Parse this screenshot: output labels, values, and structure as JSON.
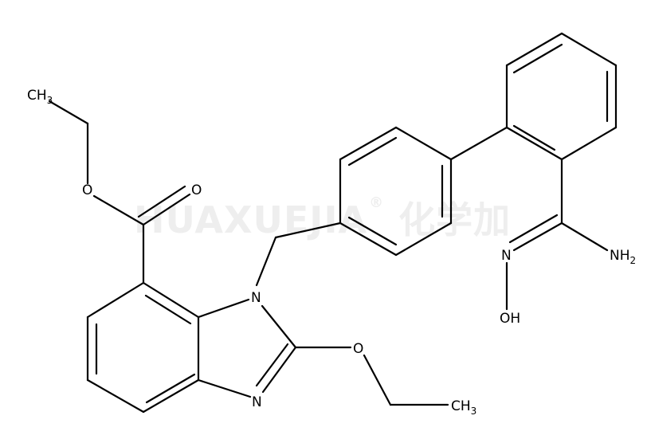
{
  "watermark": {
    "latin": "HUAXUEJIA",
    "registered": "®",
    "chinese": "化学加"
  },
  "atoms": {
    "ester_ch3": {
      "symbol": "CH",
      "subscript": "3"
    },
    "ester_o": {
      "symbol": "O"
    },
    "carbonyl_o": {
      "symbol": "O"
    },
    "n1": {
      "symbol": "N"
    },
    "n3": {
      "symbol": "N"
    },
    "ether_o": {
      "symbol": "O"
    },
    "ethoxy_ch3": {
      "symbol": "CH",
      "subscript": "3"
    },
    "oxime_n": {
      "symbol": "N"
    },
    "oxime_oh": {
      "symbol": "OH"
    },
    "amine": {
      "symbol": "NH",
      "subscript": "2"
    }
  }
}
